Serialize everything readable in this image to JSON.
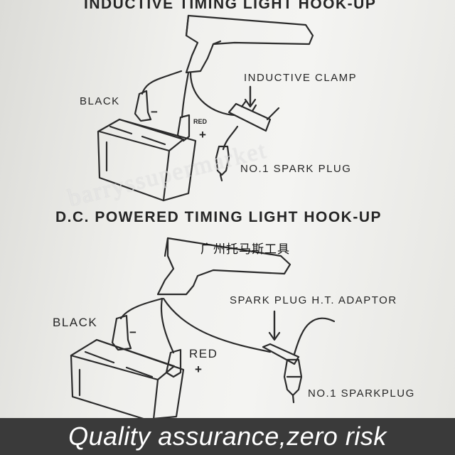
{
  "diagram_top": {
    "title": "INDUCTIVE  TIMING  LIGHT HOOK-UP",
    "label_black": "BLACK",
    "label_minus": "−",
    "label_red": "RED",
    "label_plus": "+",
    "label_clamp": "INDUCTIVE CLAMP",
    "label_plug": "NO.1 SPARK PLUG"
  },
  "diagram_bottom": {
    "title": "D.C. POWERED TIMING  LIGHT HOOK-UP",
    "label_black": "BLACK",
    "label_minus": "−",
    "label_red": "RED",
    "label_plus": "+",
    "label_adaptor": "SPARK PLUG H.T. ADAPTOR",
    "label_plug": "NO.1 SPARKPLUG"
  },
  "watermark_text": "barryssupermarket",
  "chinese_caption": "广州托马斯工具",
  "banner_text": "Quality assurance,zero risk"
}
